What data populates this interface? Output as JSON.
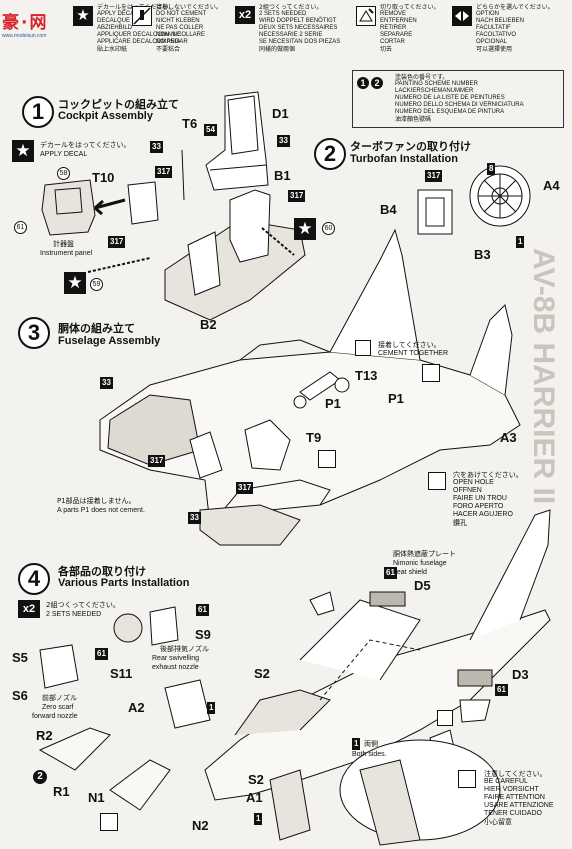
{
  "logo": {
    "text": "豪·网",
    "sub": "www.modelsun.com"
  },
  "legend": {
    "decal_jp": "デカールをはってください。",
    "decal": [
      "APPLY DECAL",
      "DECALQUE",
      "ABZIEHBILD",
      "APPLIQUER DECALCOMANIE",
      "APPLICARE DECALCOMANIA",
      "貼上水印紙"
    ],
    "nocement_jp": "接着しないでください。",
    "nocement": [
      "DO NOT CEMENT",
      "NICHT KLEBEN",
      "NE PAS COLLER",
      "NON INCOLLARE",
      "NO PEGAR",
      "不要粘合"
    ],
    "x2_label": "x2",
    "x2_jp": "2組つくってください。",
    "x2": [
      "2 SETS NEEDED",
      "WIRD DOPPELT BENÖTIGT",
      "DEUX SETS NECESSAIRES",
      "NECESSARIE 2 SERIE",
      "SE NECESITAN DOS PIEZAS",
      "同樣的做兩個"
    ],
    "remove_jp": "切り取ってください。",
    "remove": [
      "REMOVE",
      "ENTFERNEN",
      "RETIRER",
      "SEPARARE",
      "CORTAR",
      "切去"
    ],
    "option_jp": "どちらかを選んでください。",
    "option": [
      "OPTION",
      "NACH BELIEBEN",
      "FACULTATIF",
      "FACOLTATIVO",
      "OPCIONAL",
      "可以選擇使用"
    ]
  },
  "paint": {
    "jp": "塗装色の番号です。",
    "lines": [
      "PAINTING SCHEME NUMBER",
      "LACKIERSCHEMANUMMER",
      "NUMERO DE LA LISTE DE PEINTURES",
      "NUMERO DELLO SCHEMA DI VERNICIATURA",
      "NUMERO DEL ESQUEMA DE PINTURA",
      "油漆顏色號碼"
    ],
    "n1": "1",
    "n2": "2"
  },
  "watermark": "AV-8B HARRIER II",
  "step1": {
    "num": "1",
    "jp": "コックピットの組み立て",
    "en": "Cockpit Assembly",
    "apply_jp": "デカールをはってください。",
    "apply": "APPLY DECAL",
    "panel_jp": "計器盤",
    "panel": "Instrument panel",
    "parts": {
      "d1": "D1",
      "t6": "T6",
      "t10": "T10",
      "b1": "B1"
    },
    "tags": {
      "t54": "54",
      "t33a": "33",
      "t33b": "33",
      "t317a": "317",
      "t317b": "317",
      "t317c": "317"
    },
    "circles": {
      "c58": "58",
      "c61": "61",
      "c59": "59",
      "c60": "60"
    }
  },
  "step2": {
    "num": "2",
    "jp": "ターボファンの取り付け",
    "en": "Turbofan Installation",
    "parts": {
      "b4": "B4",
      "b3": "B3",
      "a4": "A4"
    },
    "tags": {
      "t317": "317",
      "t8": "8",
      "t1": "1"
    }
  },
  "step3": {
    "num": "3",
    "jp": "胴体の組み立て",
    "en": "Fuselage Assembly",
    "cement_jp": "接着してください。",
    "cement": "CEMENT TOGETHER",
    "hole_jp": "穴をあけてください。",
    "hole": [
      "OPEN HOLE",
      "OFFNEN",
      "FAIRE UN TROU",
      "FORO APERTO",
      "HACER AGUJERO",
      "鑽孔"
    ],
    "p1note_jp": "P1部品は接着しません。",
    "p1note": "A parts P1 does not cement.",
    "parts": {
      "b2": "B2",
      "t13": "T13",
      "p1a": "P1",
      "p1b": "P1",
      "t9": "T9",
      "a3": "A3"
    },
    "tags": {
      "t33a": "33",
      "t317a": "317",
      "t317b": "317",
      "t33b": "33"
    }
  },
  "step4": {
    "num": "4",
    "jp": "各部品の取り付け",
    "en": "Various Parts Installation",
    "x2_label": "x2",
    "x2_jp": "2組つくってください。",
    "x2": "2 SETS NEEDED",
    "heat_jp": "胴体熱遮蔽プレート",
    "heat": [
      "Nimonic fuselage",
      "heat shield"
    ],
    "rear_jp": "後部排気ノズル",
    "rear": [
      "Rear swivelling",
      "exhaust nozzle"
    ],
    "front_jp": "前部ノズル",
    "front": [
      "Zero scarf",
      "forward nozzle"
    ],
    "both_jp": "両側",
    "both": "Both sides.",
    "care_jp": "注意してください。",
    "care": [
      "BE CAREFUL",
      "HIER VORSICHT",
      "FAIRE ATTENTION",
      "USARE ATTENZIONE",
      "TENER CUIDADO",
      "小心留意"
    ],
    "parts": {
      "d5": "D5",
      "s9": "S9",
      "s5": "S5",
      "s11": "S11",
      "s6": "S6",
      "s2a": "S2",
      "d3": "D3",
      "a2": "A2",
      "r2": "R2",
      "r1": "R1",
      "n1": "N1",
      "s2b": "S2",
      "a1": "A1",
      "n2": "N2"
    },
    "tags": {
      "t61a": "61",
      "t61b": "61",
      "t61c": "61",
      "t61d": "61",
      "t1a": "1",
      "t1b": "1",
      "t1c": "1"
    },
    "circle_r1": "2"
  },
  "colors": {
    "ink": "#111111",
    "paper": "#f4f2ee",
    "logo_red": "#d9232a",
    "logo_blue": "#2a56a8"
  }
}
